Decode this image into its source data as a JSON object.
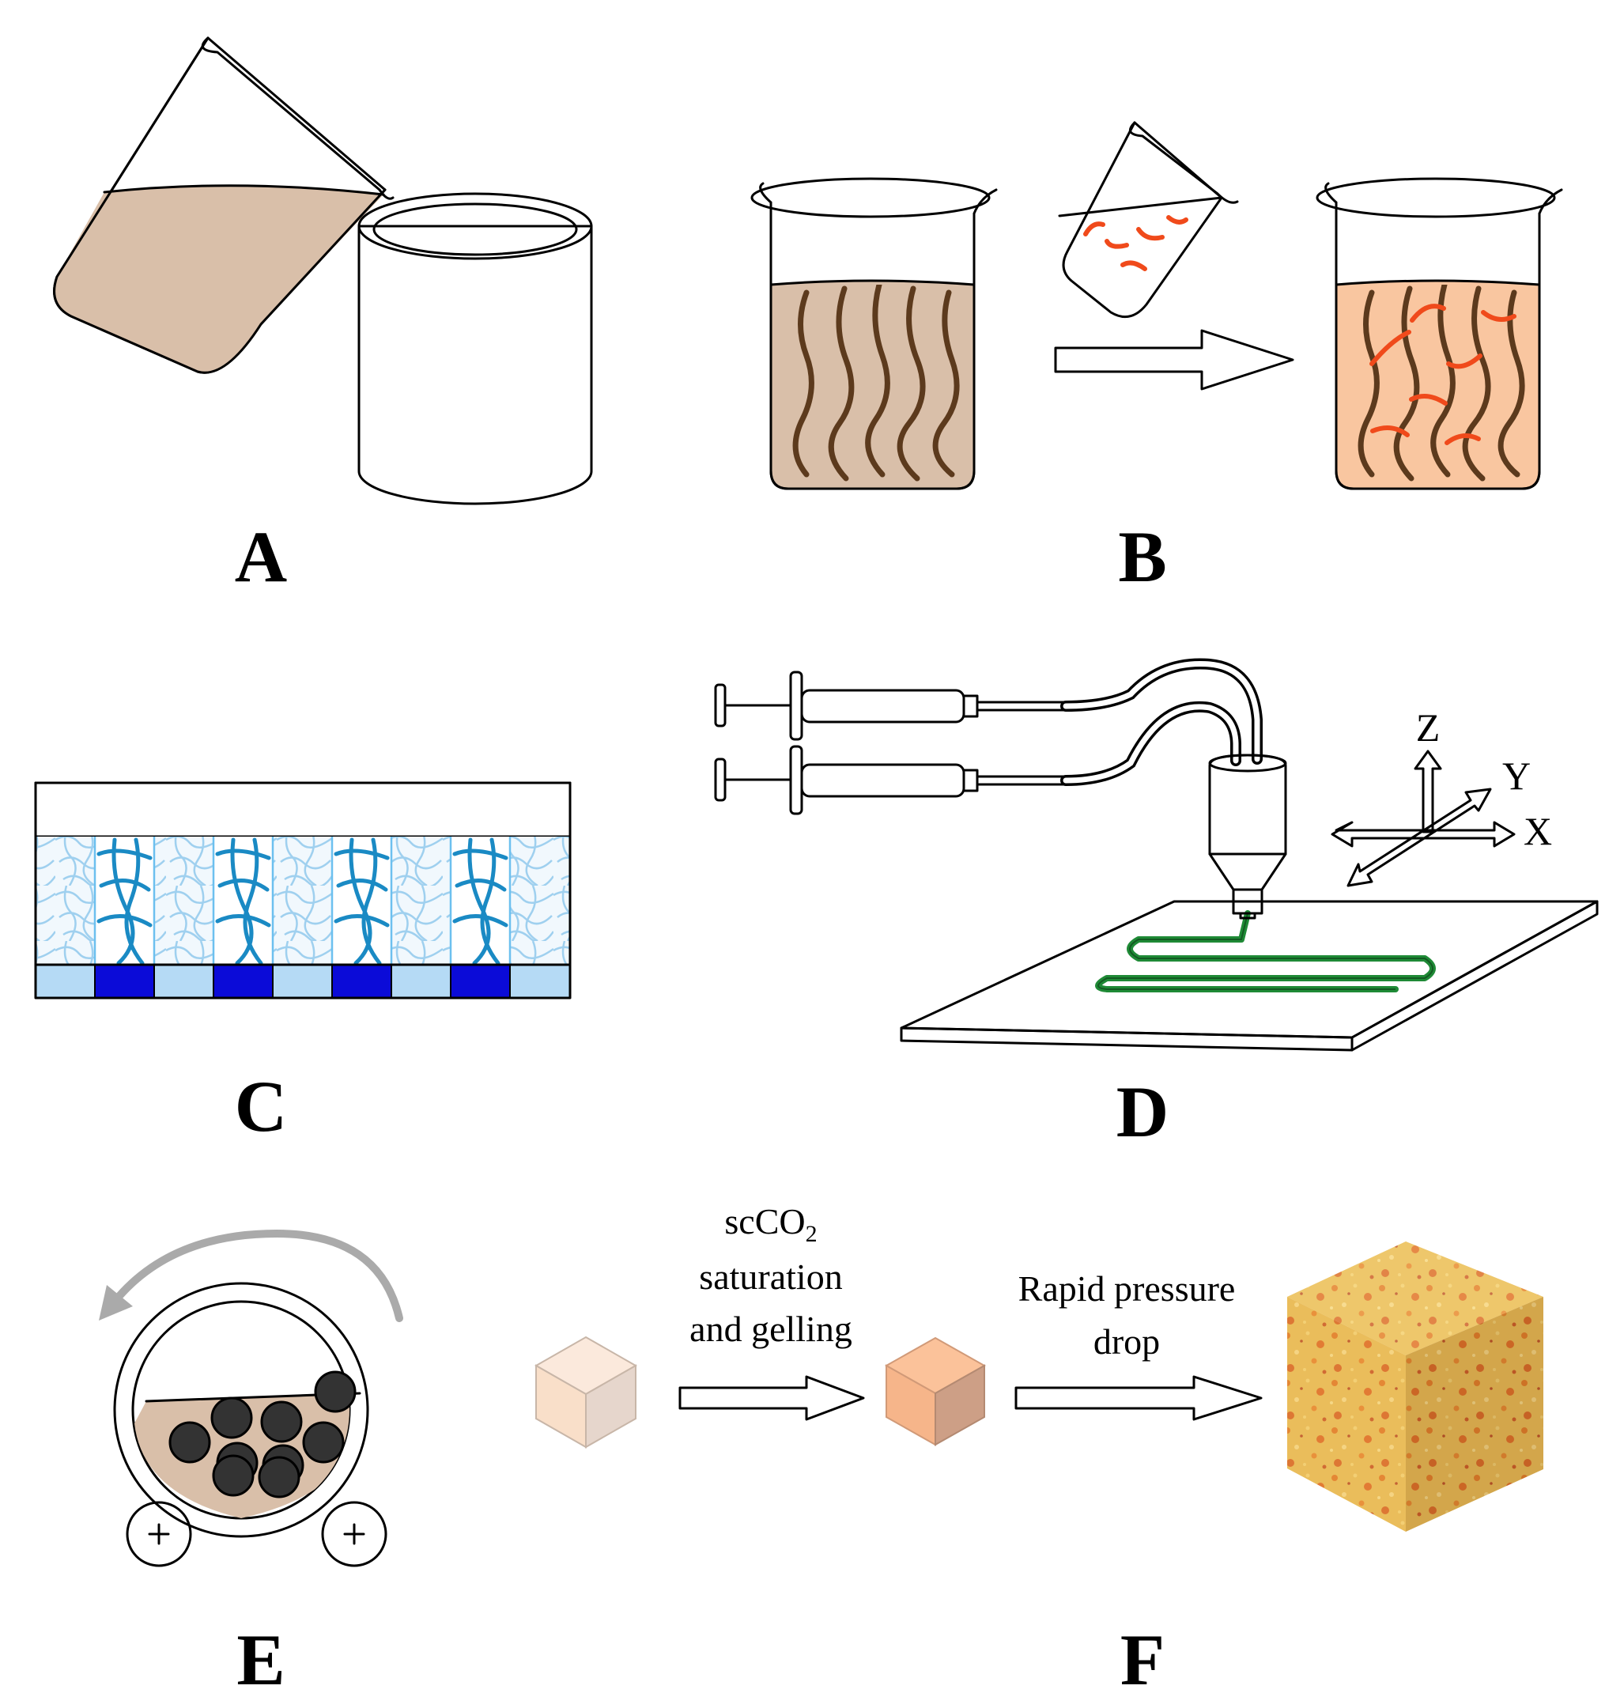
{
  "panels": {
    "a": {
      "letter": "A"
    },
    "b": {
      "letter": "B"
    },
    "c": {
      "letter": "C"
    },
    "d": {
      "letter": "D",
      "axes": {
        "z": "Z",
        "y": "Y",
        "x": "X"
      }
    },
    "e": {
      "letter": "E"
    },
    "f": {
      "letter": "F",
      "step1": {
        "line1": "scCO",
        "line1_sub": "2",
        "line2": "saturation",
        "line3": "and gelling"
      },
      "step2": {
        "line1": "Rapid pressure",
        "line2": "drop"
      }
    }
  },
  "colors": {
    "solution": "#d9bfa9",
    "fiber": "#5c3a1d",
    "crosslinker": "#f04a1b",
    "gel": "#f9c6a0",
    "ice_light": "#c9e4f6",
    "ice_dark": "#1a8ac4",
    "plate_dark": "#0b0bd8",
    "plate_light": "#b5daf5",
    "syringe_blue": "#22bff2",
    "syringe_yellow": "#f8f58a",
    "print_path": "#1f8a36",
    "arrow_gray": "#c8c8c8",
    "mill_bead": "#333333",
    "sponge": "#e3b24c"
  }
}
